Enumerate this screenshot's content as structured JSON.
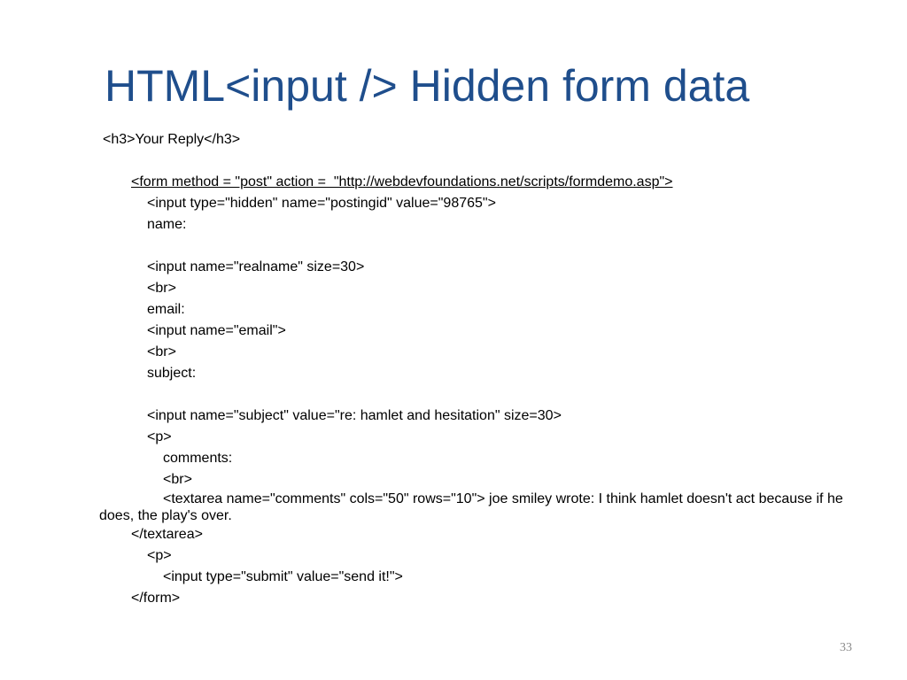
{
  "slide": {
    "title": "HTML<input /> Hidden form data",
    "lines": [
      "<h3>Your Reply</h3>",
      "",
      "<form method = \"post\" action =  \"http://webdevfoundations.net/scripts/formdemo.asp\">",
      "<input type=\"hidden\" name=\"postingid\" value=\"98765\">",
      "name:",
      "",
      "<input name=\"realname\" size=30>",
      "<br>",
      "email:",
      "<input name=\"email\">",
      "<br>",
      "subject:",
      "",
      "<input name=\"subject\" value=\"re: hamlet and hesitation\" size=30>",
      "<p>",
      "comments:",
      "<br>",
      "<textarea name=\"comments\" cols=\"50\" rows=\"10\"> joe smiley wrote:  I think hamlet doesn't act because if he does, the play's over.",
      "</textarea>",
      "<p>",
      "<input type=\"submit\" value=\"send it!\">",
      "</form>"
    ],
    "page_number": "33"
  },
  "colors": {
    "title": "#1f4e8c",
    "text": "#000000",
    "page_number": "#8a8a8a"
  }
}
